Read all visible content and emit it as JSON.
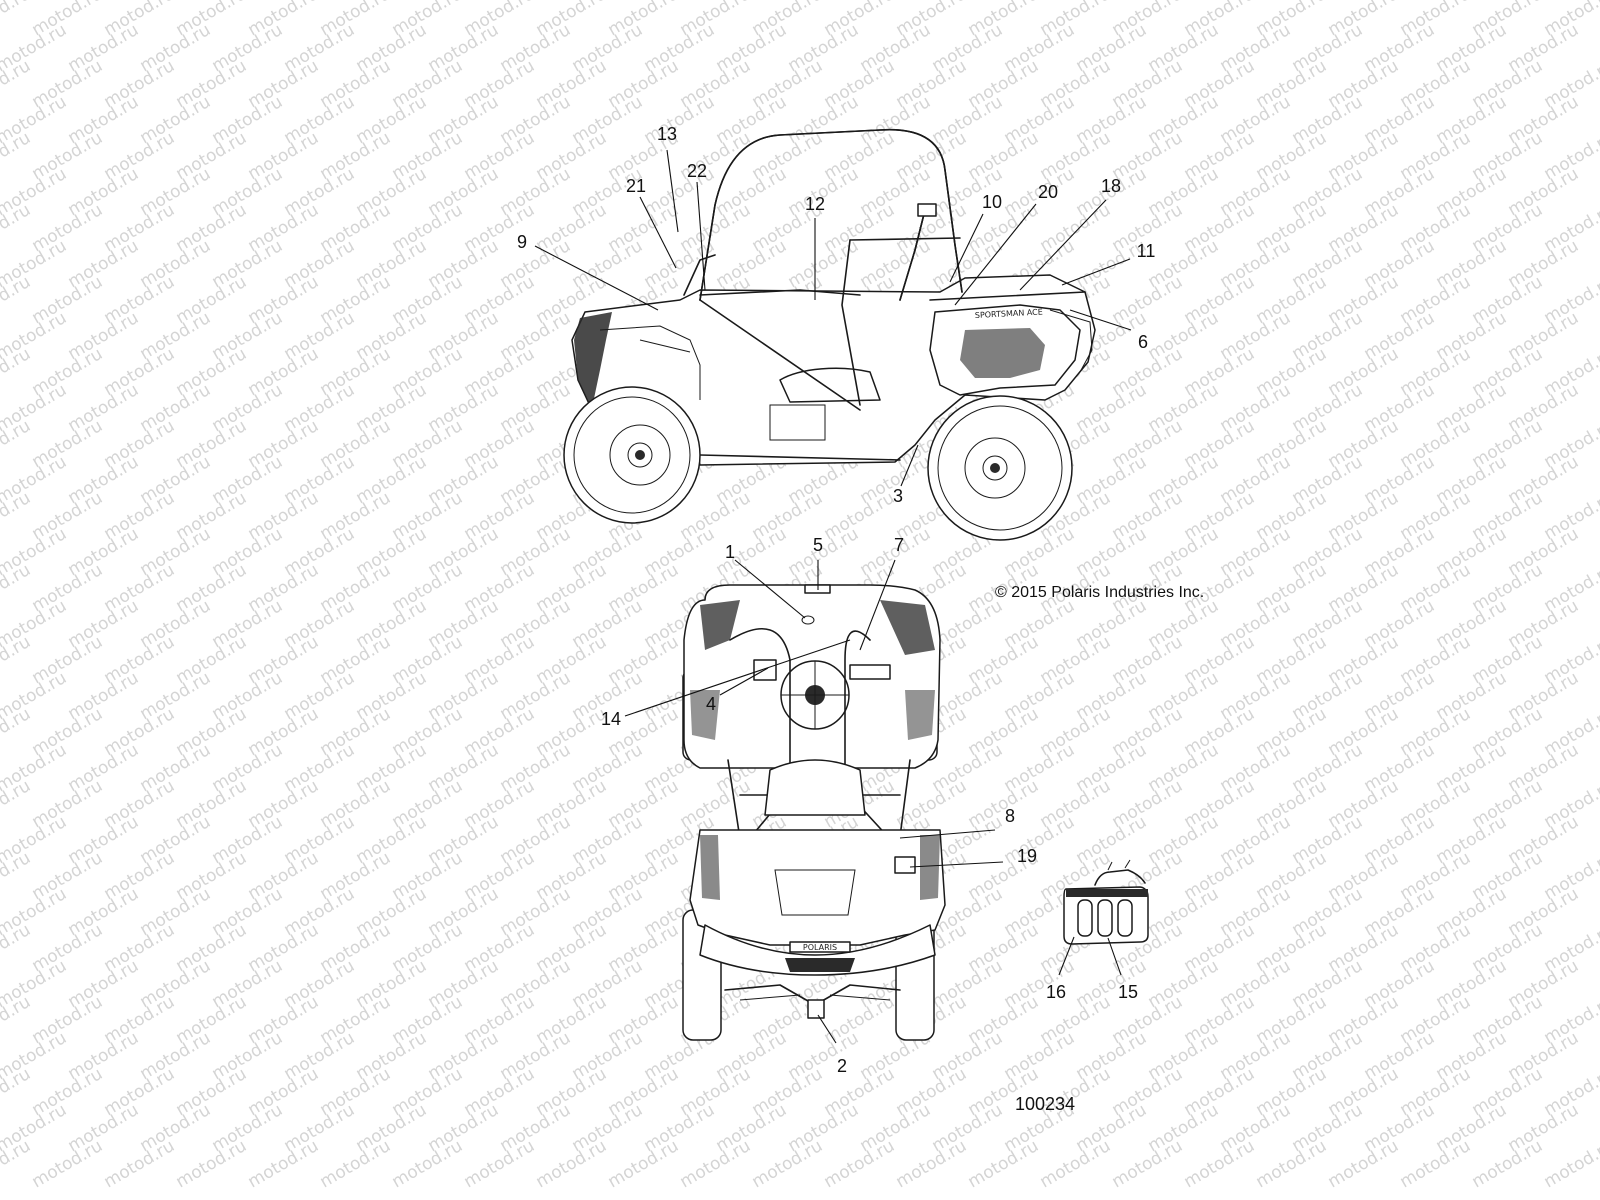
{
  "watermark": {
    "text": "motod.ru"
  },
  "copyright": "© 2015 Polaris Industries Inc.",
  "figure_number": "100234",
  "vehicle_decals": {
    "side_model_name": "SPORTSMAN ACE",
    "front_brand": "POLARIS"
  },
  "callouts": {
    "c1": "1",
    "c2": "2",
    "c3": "3",
    "c4": "4",
    "c5": "5",
    "c6": "6",
    "c7": "7",
    "c8": "8",
    "c9": "9",
    "c10": "10",
    "c11": "11",
    "c12": "12",
    "c13": "13",
    "c14": "14",
    "c15": "15",
    "c16": "16",
    "c18": "18",
    "c19": "19",
    "c20": "20",
    "c21": "21",
    "c22": "22"
  }
}
